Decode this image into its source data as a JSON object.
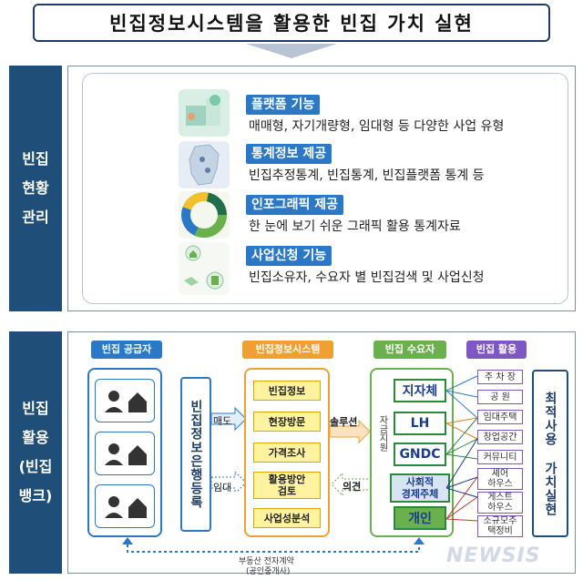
{
  "title": "빈집정보시스템을 활용한 빈집 가치 실현",
  "section1": {
    "label_lines": [
      "빈집",
      "현황",
      "관리"
    ],
    "features": [
      {
        "title": "플랫폼 기능",
        "desc": "매매형, 자기개량형, 임대형 등 다양한 사업 유형",
        "icon": "house-building-icon"
      },
      {
        "title": "통계정보 제공",
        "desc": "빈집추정통계, 빈집통계, 빈집플랫폼 통계 등",
        "icon": "korea-map-icon"
      },
      {
        "title": "인포그래픽 제공",
        "desc": "한 눈에 보기 쉬운 그래픽 활용 통계자료",
        "icon": "donut-chart-icon"
      },
      {
        "title": "사업신청 기능",
        "desc": "빈집소유자, 수요자 별 빈집검색 및 사업신청",
        "icon": "handshake-icon"
      }
    ]
  },
  "section2": {
    "label_lines": [
      "빈집",
      "활용",
      "(빈집",
      "뱅크)"
    ],
    "headers": {
      "supplier": "빈집 공급자",
      "system": "빈집정보시스템",
      "demand": "빈집 수요자",
      "use": "빈집 활용"
    },
    "registration_text": "빈집정보은행등록",
    "arrows": {
      "sale": "매도",
      "lease": "임대",
      "solution": "솔루션",
      "opinion": "의견",
      "support": "자금지원"
    },
    "system_items": [
      "빈집정보",
      "현장방문",
      "가격조사",
      "활용방안\n검토",
      "사업성분석"
    ],
    "demanders": [
      "지자체",
      "LH",
      "GNDC",
      "사회적\n경제주체",
      "개인"
    ],
    "uses": [
      "주 차 장",
      "공 원",
      "임대주택",
      "창업공간",
      "커뮤니티",
      "셰어\n하우스",
      "게스트\n하우스",
      "소규모주\n택정비"
    ],
    "optimal": "최적사용 가치실현",
    "bottom_line1": "부동산 전자계약",
    "bottom_line2": "(공인중개사)"
  },
  "watermark": "NEWSIS",
  "colors": {
    "navy": "#1f4e79",
    "blue": "#2b78c6",
    "orange": "#f0a030",
    "green": "#6ab04c",
    "purple": "#7e57c2"
  }
}
